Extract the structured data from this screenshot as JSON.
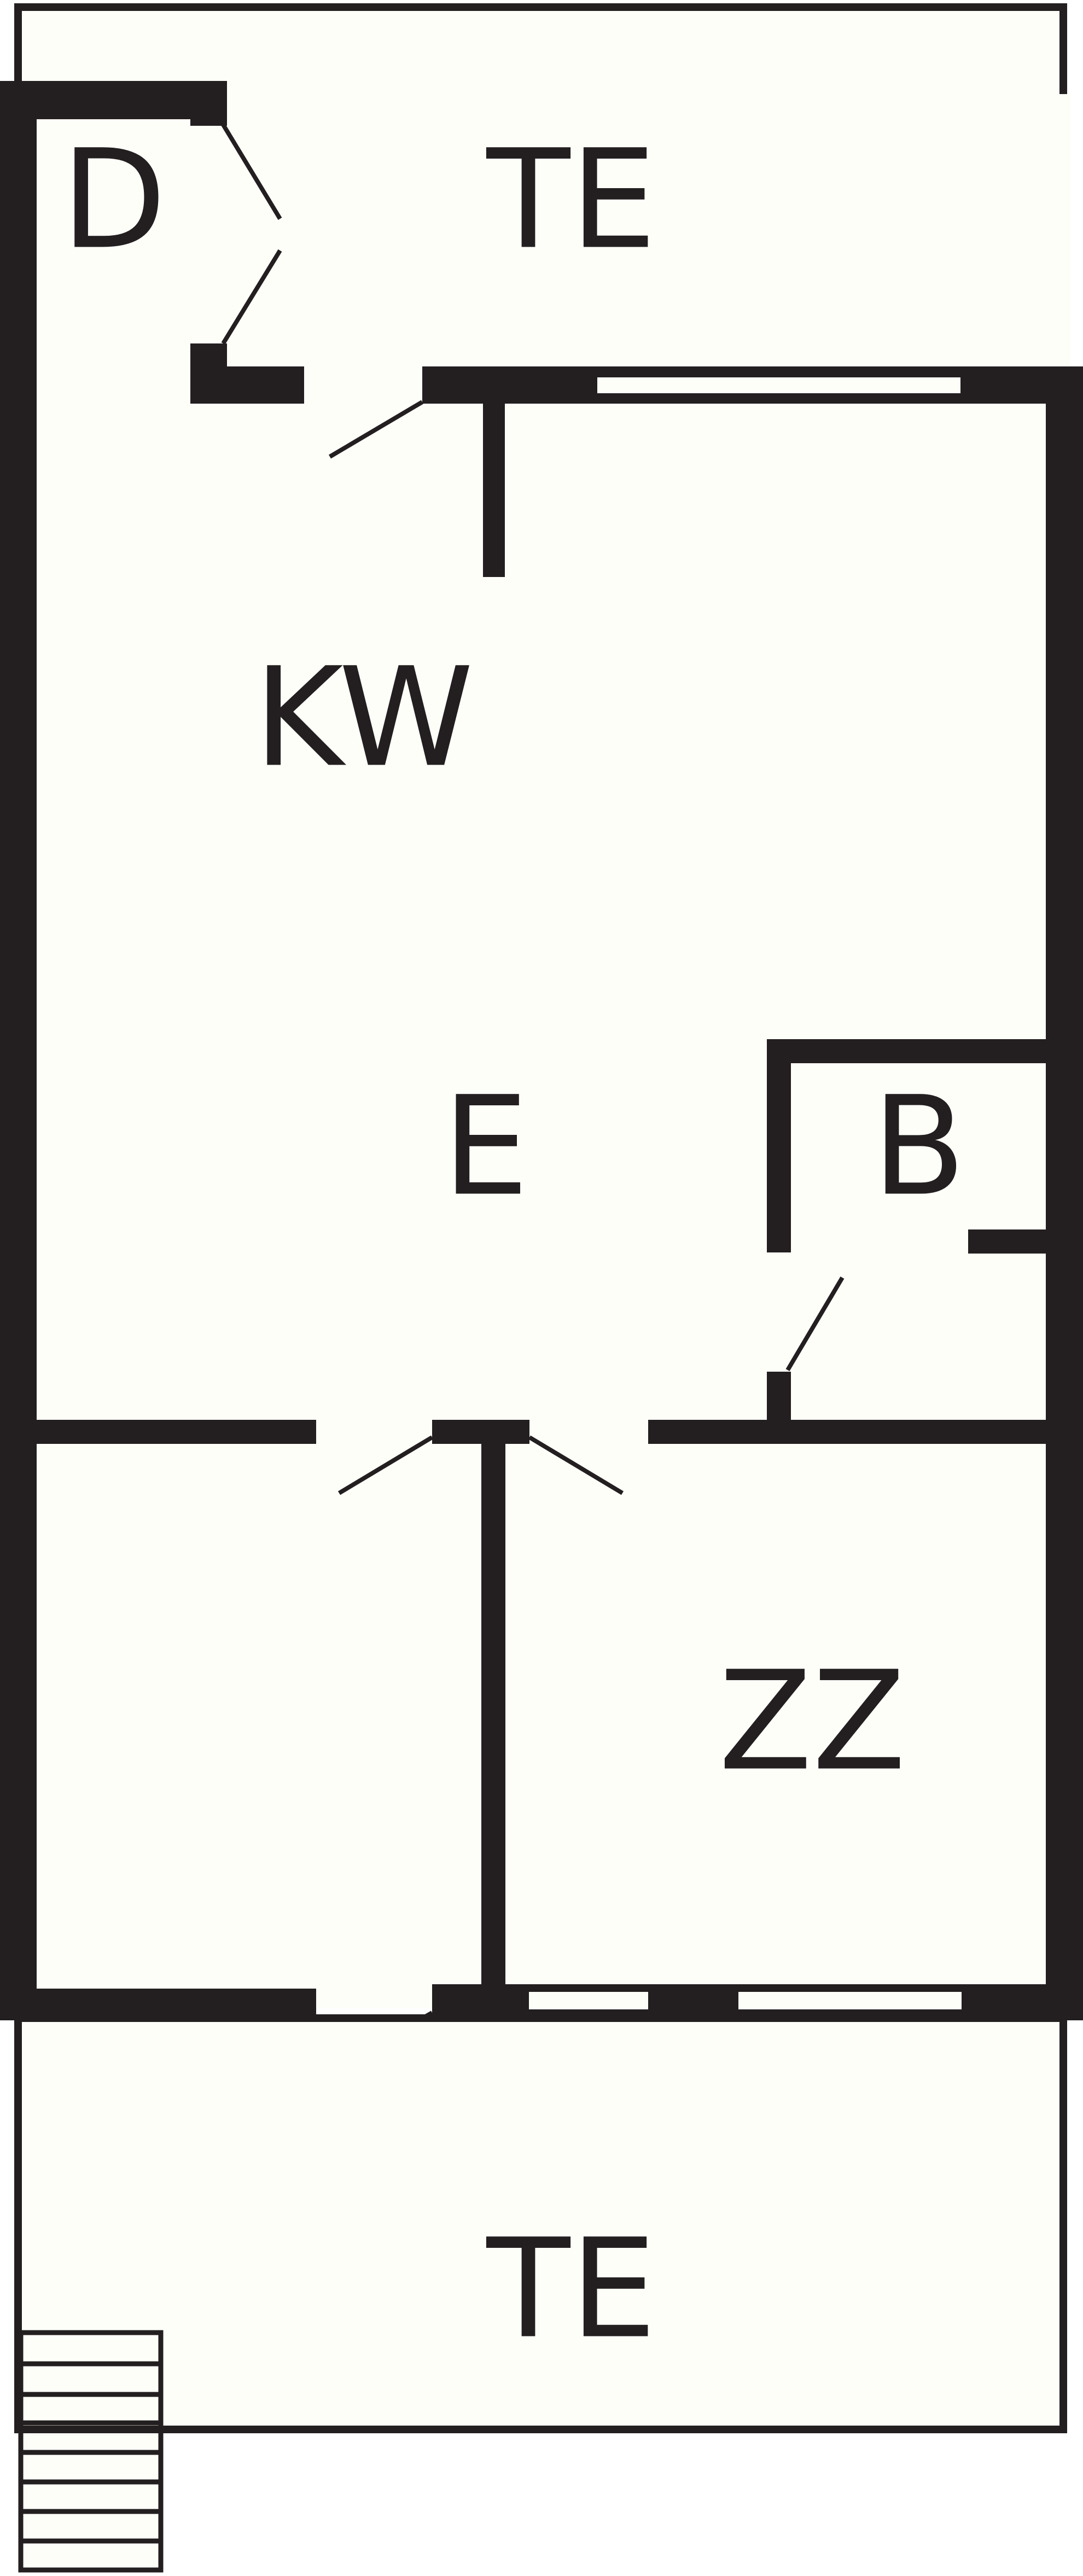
{
  "colors": {
    "wall": "#231f20",
    "floor": "#fefef9",
    "background": "#ffffff"
  },
  "rooms": {
    "terrace_top": "TE",
    "storage": "D",
    "kitchen_living": "KW",
    "hall": "E",
    "bathroom": "B",
    "bedroom": "ZZ",
    "terrace_bottom": "TE"
  }
}
